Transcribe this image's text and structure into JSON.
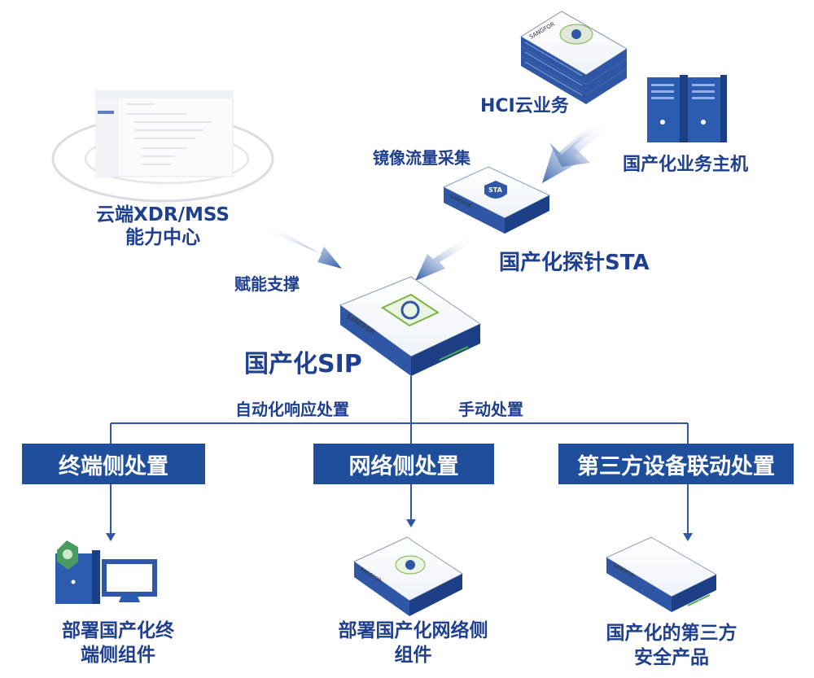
{
  "labels": {
    "cloud_xdr_line1": "云端XDR/MSS",
    "cloud_xdr_line2": "能力中心",
    "hci": "HCI云业务",
    "host": "国产化业务主机",
    "mirror": "镜像流量采集",
    "sta": "国产化探针STA",
    "empower": "赋能支撑",
    "sip": "国产化SIP",
    "auto_response": "自动化响应处置",
    "manual": "手动处置"
  },
  "boxes": {
    "endpoint": "终端侧处置",
    "network": "网络侧处置",
    "third_party": "第三方设备联动处置"
  },
  "outputs": {
    "endpoint_line1": "部署国产化终",
    "endpoint_line2": "端侧组件",
    "network_line1": "部署国产化网络侧",
    "network_line2": "组件",
    "third_line1": "国产化的第三方",
    "third_line2": "安全产品"
  },
  "device_brand": "SANGFOR",
  "sta_badge": "STA",
  "colors": {
    "primary_blue": "#1f4f9c",
    "label_blue": "#1f3f8f",
    "device_green": "#4caf50"
  }
}
